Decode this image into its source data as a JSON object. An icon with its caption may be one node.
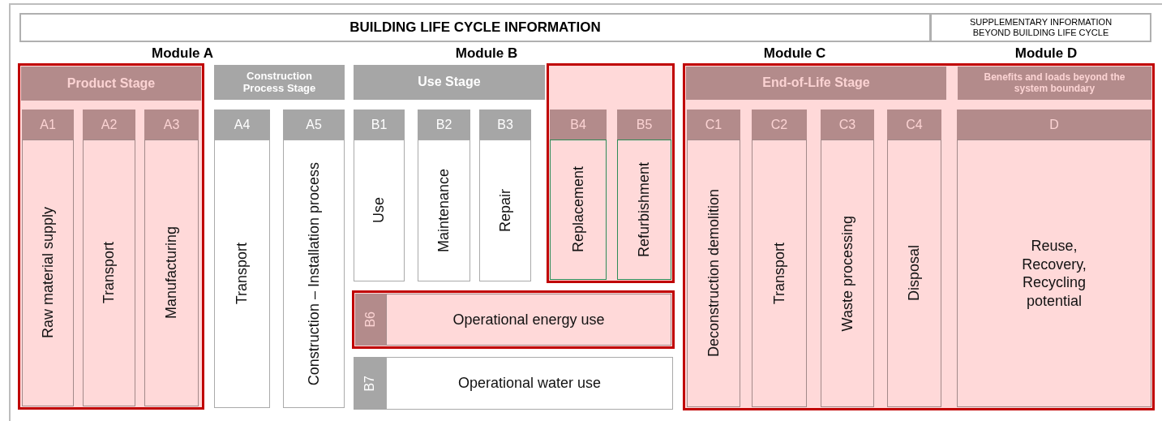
{
  "diagram": {
    "nodes": [
      {
        "text": [],
        "shape": "box"
      },
      {
        "text": [],
        "shape": "box"
      },
      {
        "text": [],
        "shape": "box"
      },
      {
        "text": [],
        "shape": "box"
      },
      {
        "text": [
          "BUILDING LIFE CYCLE INFORMATION"
        ]
      },
      {
        "text": [
          "SUPPLEMENTARY INFORMATION BEYOND BUILDING LIFE CYCLE"
        ]
      },
      {
        "text": [
          "Product Stage"
        ],
        "in": 0
      },
      {
        "text": [
          "Construction Process Stage"
        ]
      },
      {
        "text": [
          "Use Stage"
        ]
      },
      {
        "text": [
          "End-of-Life Stage"
        ],
        "in": 3
      },
      {
        "text": [
          "Benefits and loads beyond the system boundary"
        ],
        "in": 3
      },
      {
        "text": [
          "A1"
        ],
        "in": 0
      },
      {
        "text": [
          "Raw material supply"
        ],
        "in": 0
      },
      {
        "text": [
          "A2"
        ],
        "in": 0
      },
      {
        "text": [
          "Transport"
        ],
        "in": 0
      },
      {
        "text": [
          "A3"
        ],
        "in": 0
      },
      {
        "text": [
          "Manufacturing"
        ],
        "in": 0
      },
      {
        "text": [
          "A4"
        ]
      },
      {
        "text": [
          "Transport"
        ]
      },
      {
        "text": [
          "A5"
        ]
      },
      {
        "text": [
          "Construction – Installation process"
        ]
      },
      {
        "text": [
          "B1"
        ]
      },
      {
        "text": [
          "Use"
        ]
      },
      {
        "text": [
          "B2"
        ]
      },
      {
        "text": [
          "Maintenance"
        ]
      },
      {
        "text": [
          "B3"
        ]
      },
      {
        "text": [
          "Repair"
        ]
      },
      {
        "text": [
          "B4"
        ],
        "in": 1
      },
      {
        "text": [
          "Replacement"
        ],
        "in": 1
      },
      {
        "text": [
          "B5"
        ],
        "in": 1
      },
      {
        "text": [
          "Refurbishment"
        ],
        "in": 1
      },
      {
        "text": [
          "B6"
        ],
        "in": 2
      },
      {
        "text": [
          "Operational energy use"
        ],
        "in": 2
      },
      {
        "text": [
          "B7"
        ]
      },
      {
        "text": [
          "Operational water use"
        ]
      },
      {
        "text": [
          "C1"
        ],
        "in": 3
      },
      {
        "text": [
          "Deconstruction demolition"
        ],
        "in": 3
      },
      {
        "text": [
          "C2"
        ],
        "in": 3
      },
      {
        "text": [
          "Transport"
        ],
        "in": 3
      },
      {
        "text": [
          "C3"
        ],
        "in": 3
      },
      {
        "text": [
          "Waste processing"
        ],
        "in": 3
      },
      {
        "text": [
          "C4"
        ],
        "in": 3
      },
      {
        "text": [
          "Disposal"
        ],
        "in": 3
      },
      {
        "text": [
          "D"
        ],
        "in": 3
      },
      {
        "text": [
          "Reuse, Recovery, Recycling potential"
        ],
        "in": 3
      }
    ],
    "labels": [
      "Module A",
      "Module B",
      "Module C",
      "Module D"
    ]
  }
}
